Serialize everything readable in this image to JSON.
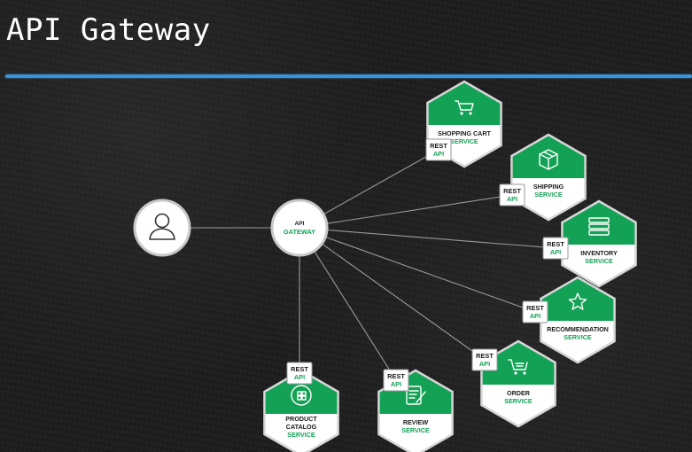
{
  "slide": {
    "title": "API Gateway",
    "accent_color": "#3a93d8"
  },
  "diagram": {
    "colors": {
      "service_green": "#13a155",
      "node_white": "#ffffff",
      "line_gray": "#9a9a9a"
    },
    "client": {
      "icon": "user-icon"
    },
    "gateway": {
      "line1": "API",
      "line2": "GATEWAY"
    },
    "rest_label": {
      "line1": "REST",
      "line2": "API"
    },
    "services": [
      {
        "key": "shopping-cart",
        "name_lines": [
          "SHOPPING CART"
        ],
        "sub": "SERVICE",
        "icon": "cart-icon"
      },
      {
        "key": "shipping",
        "name_lines": [
          "SHIPPING"
        ],
        "sub": "SERVICE",
        "icon": "box-icon"
      },
      {
        "key": "inventory",
        "name_lines": [
          "INVENTORY"
        ],
        "sub": "SERVICE",
        "icon": "stack-icon"
      },
      {
        "key": "recommendation",
        "name_lines": [
          "RECOMMENDATION"
        ],
        "sub": "SERVICE",
        "icon": "star-icon"
      },
      {
        "key": "order",
        "name_lines": [
          "ORDER"
        ],
        "sub": "SERVICE",
        "icon": "cart-list-icon"
      },
      {
        "key": "review",
        "name_lines": [
          "REVIEW"
        ],
        "sub": "SERVICE",
        "icon": "review-icon"
      },
      {
        "key": "product-catalog",
        "name_lines": [
          "PRODUCT",
          "CATALOG"
        ],
        "sub": "SERVICE",
        "icon": "grid-icon"
      }
    ]
  }
}
